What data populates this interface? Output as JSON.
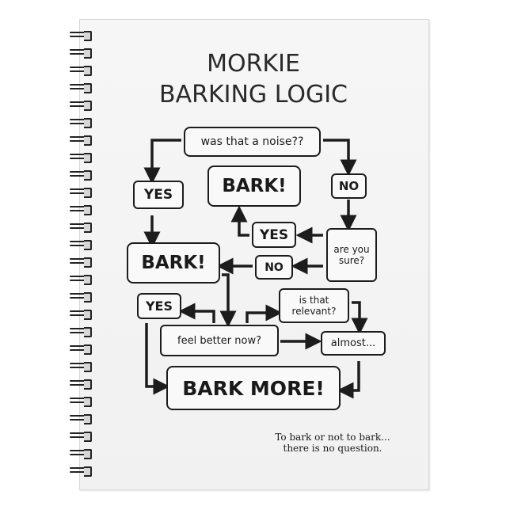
{
  "title": {
    "line1": "MORKIE",
    "line2": "BARKING LOGIC"
  },
  "flowchart": {
    "start": "was that a noise??",
    "yes_top": "YES",
    "no_top": "NO",
    "bark_top": "BARK!",
    "are_you_sure": "are you sure?",
    "yes_sure": "YES",
    "no_sure": "NO",
    "bark_left": "BARK!",
    "yes_bottom": "YES",
    "is_that_relevant": "is that relevant?",
    "feel_better": "feel better now?",
    "almost": "almost...",
    "bark_more": "BARK MORE!"
  },
  "footer": {
    "line1": "To bark or not to bark...",
    "line2": "there is no question."
  },
  "colors": {
    "ink": "#1c1c1c",
    "page": "#f3f3f3",
    "background": "#ffffff"
  }
}
